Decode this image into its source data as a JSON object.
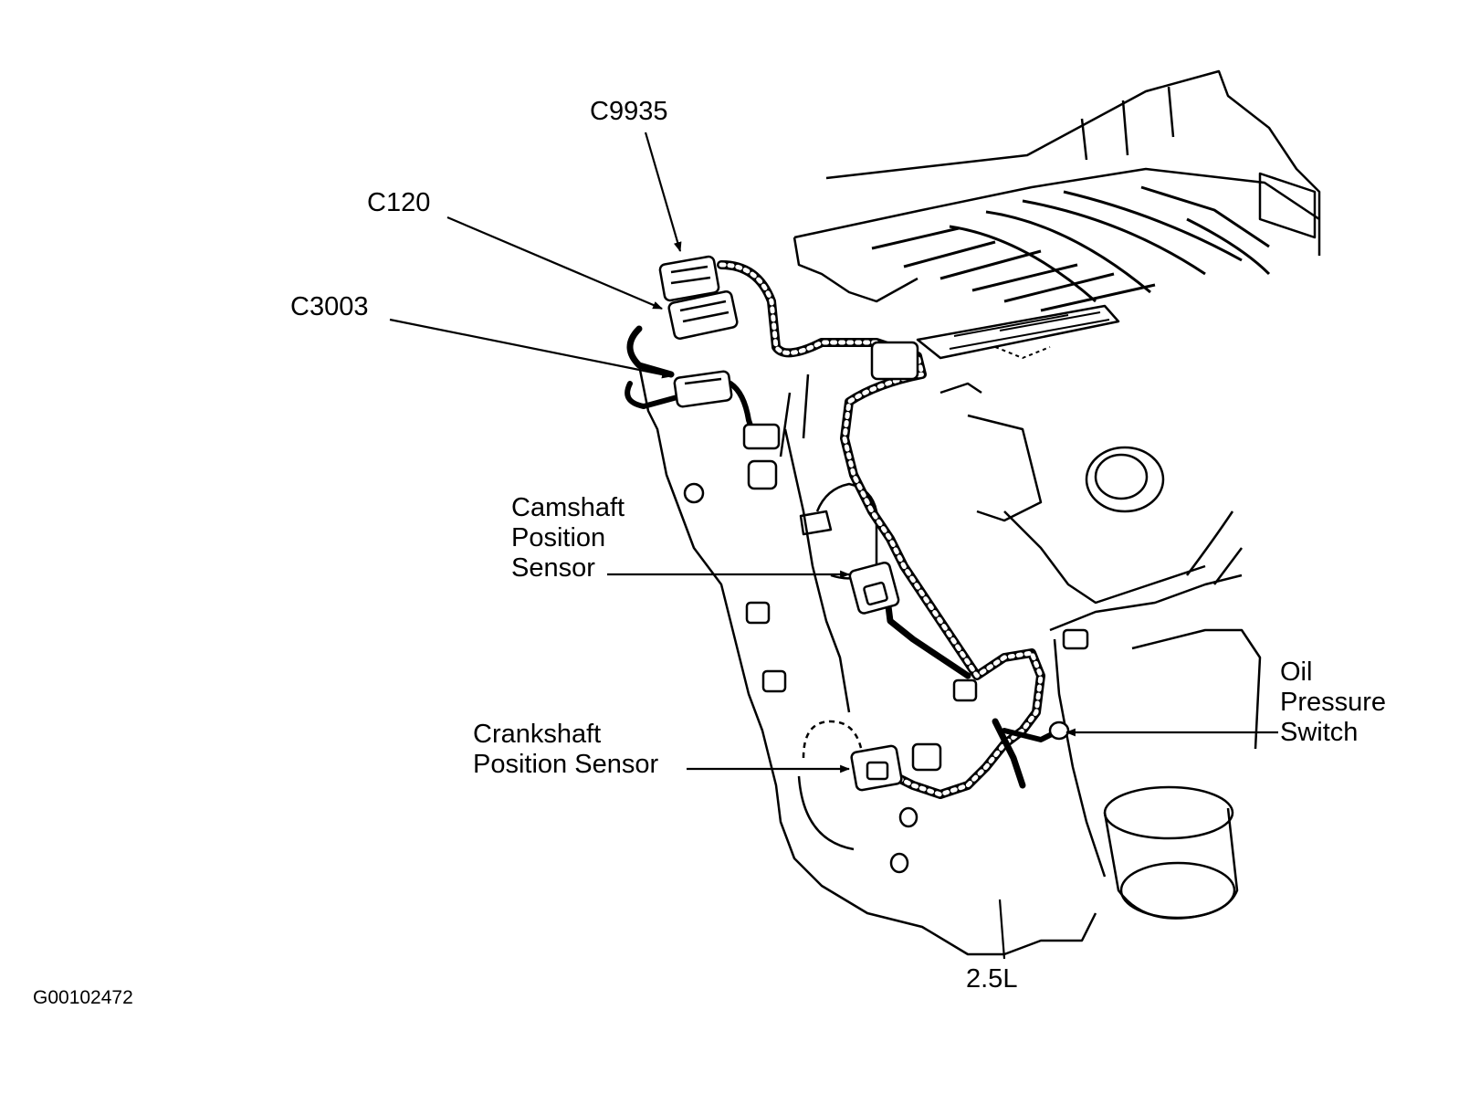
{
  "callouts": {
    "c9935": "C9935",
    "c120": "C120",
    "c3003": "C3003",
    "camshaft": [
      "Camshaft",
      "Position",
      "Sensor"
    ],
    "crankshaft": [
      "Crankshaft",
      "Position Sensor"
    ],
    "oil_pressure": [
      "Oil",
      "Pressure",
      "Switch"
    ],
    "engine": "2.5L"
  },
  "figure_id": "G00102472",
  "icons": [
    "engine-line-drawing",
    "wiring-harness",
    "connector"
  ],
  "colors": {
    "line": "#000000",
    "background": "#ffffff"
  }
}
